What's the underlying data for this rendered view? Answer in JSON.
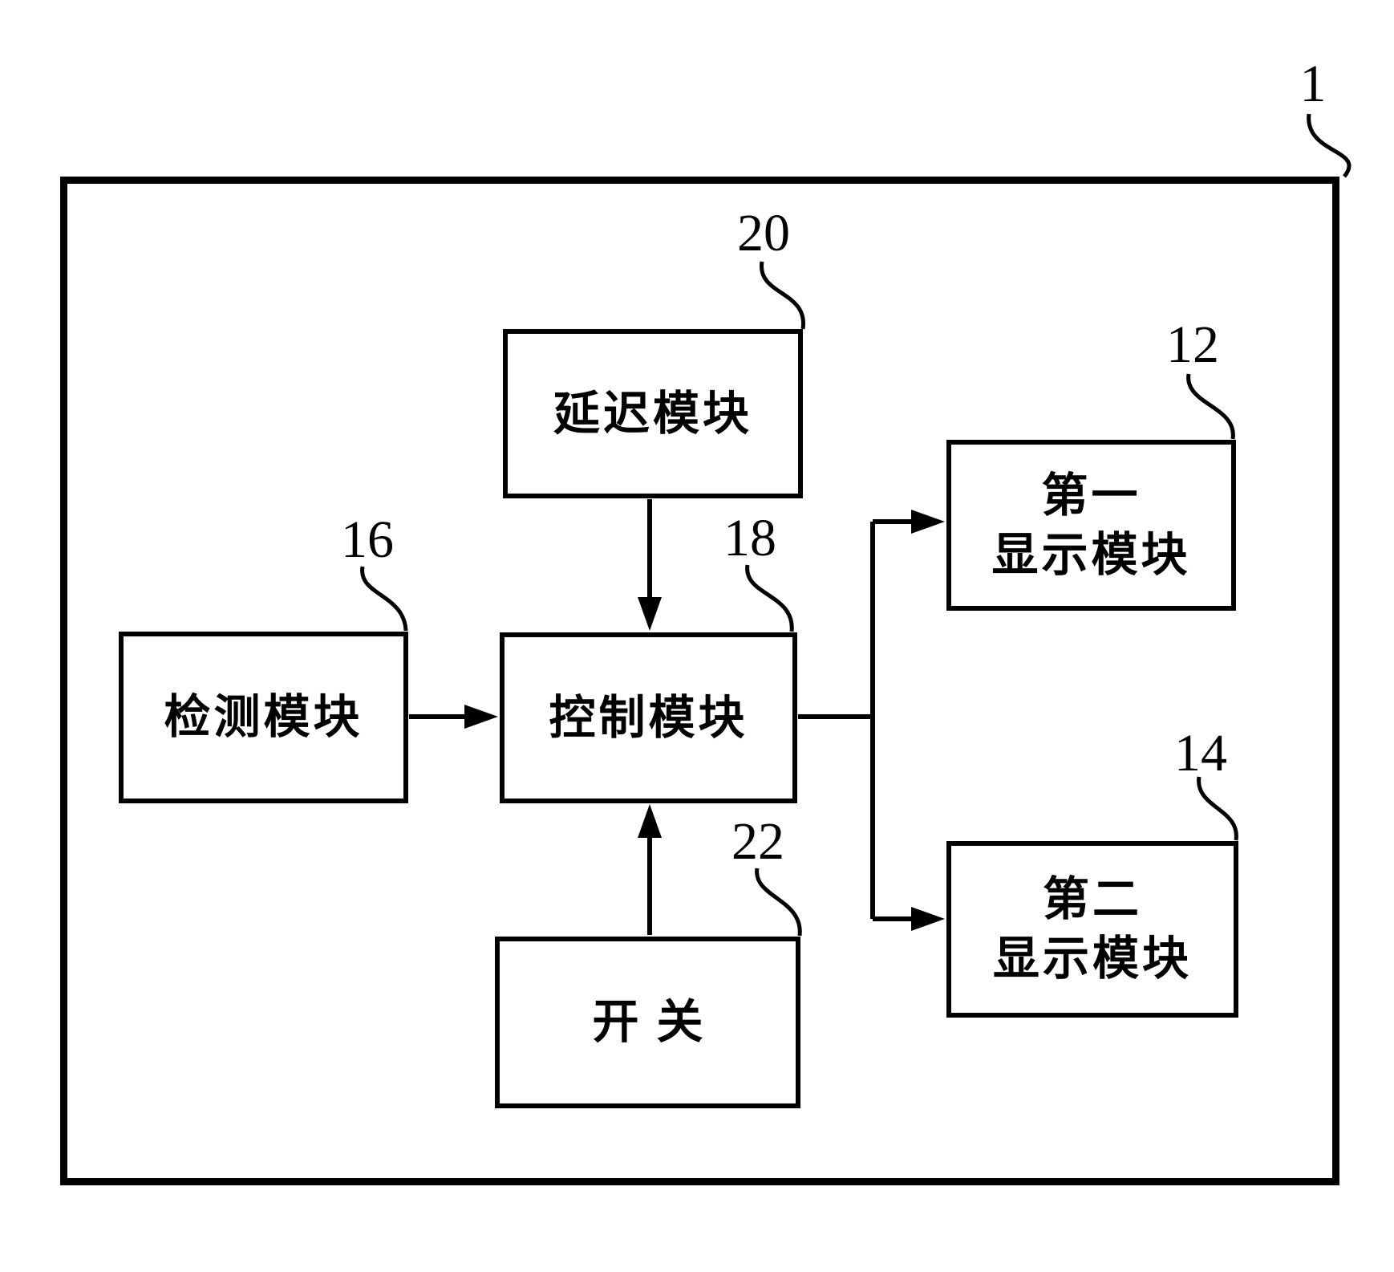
{
  "diagram": {
    "title": "block-diagram-patent-figure",
    "outer": {
      "ref": "1"
    },
    "boxes": {
      "delay": {
        "label": "延迟模块",
        "ref": "20"
      },
      "detect": {
        "label": "检测模块",
        "ref": "16"
      },
      "control": {
        "label": "控制模块",
        "ref": "18"
      },
      "switch": {
        "label": "开关",
        "ref": "22"
      },
      "display1": {
        "line1": "第一",
        "line2": "显示模块",
        "ref": "12"
      },
      "display2": {
        "line1": "第二",
        "line2": "显示模块",
        "ref": "14"
      }
    },
    "connections": [
      {
        "from": "20 延迟模块",
        "to": "18 控制模块",
        "direction": "down",
        "arrow": true
      },
      {
        "from": "16 检测模块",
        "to": "18 控制模块",
        "direction": "right",
        "arrow": true
      },
      {
        "from": "22 开关",
        "to": "18 控制模块",
        "direction": "up",
        "arrow": true
      },
      {
        "from": "18 控制模块",
        "to": "12 第一显示模块",
        "direction": "right-up",
        "arrow": true
      },
      {
        "from": "18 控制模块",
        "to": "14 第二显示模块",
        "direction": "right-down",
        "arrow": true
      }
    ],
    "colors": {
      "ink": "#000000",
      "background": "#ffffff"
    }
  }
}
